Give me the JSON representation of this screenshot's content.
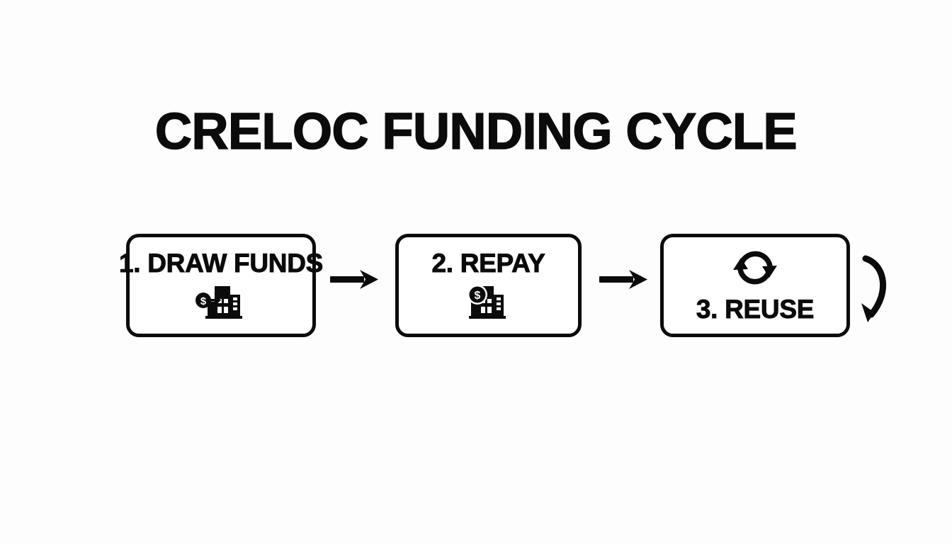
{
  "diagram": {
    "title": "CRELOC FUNDING CYCLE",
    "background_color": "#fdfdfd",
    "ink_color": "#0b0b0b",
    "steps": [
      {
        "number": "1.",
        "label": "1. DRAW FUNDS",
        "icon": "building-money-out-icon",
        "icon_position": "below"
      },
      {
        "number": "2.",
        "label": "2. REPAY",
        "icon": "building-coin-icon",
        "icon_position": "below"
      },
      {
        "number": "3.",
        "label": "3. REUSE",
        "icon": "refresh-cycle-icon",
        "icon_position": "above"
      }
    ],
    "connectors": [
      {
        "name": "arrow-step1-to-step2",
        "icon": "arrow-right-icon"
      },
      {
        "name": "arrow-step2-to-step3",
        "icon": "arrow-right-icon"
      },
      {
        "name": "loop-back-arrow",
        "icon": "curved-arrow-down-icon"
      }
    ]
  }
}
